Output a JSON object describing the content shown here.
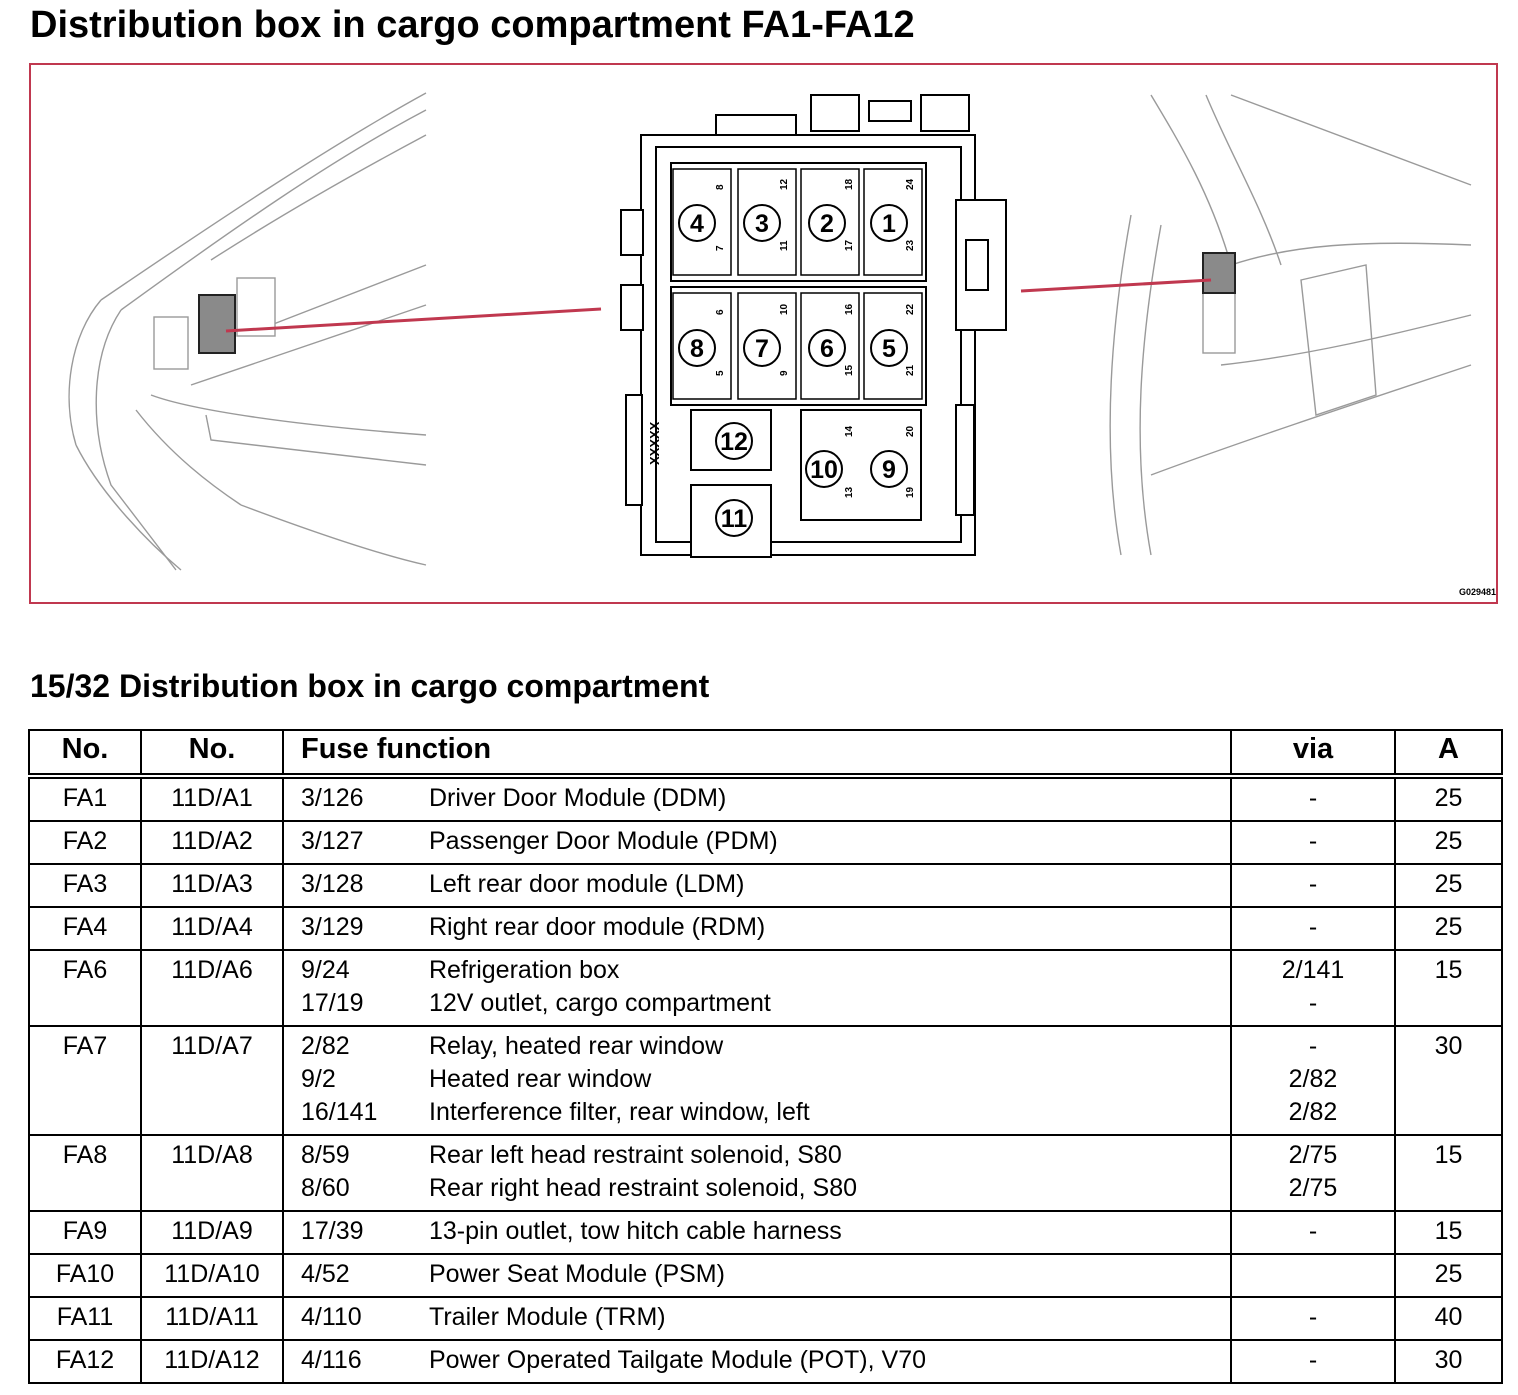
{
  "title": "Distribution box in cargo compartment FA1-FA12",
  "figure": {
    "image_code": "G029481",
    "box_label": "XXXXX",
    "fuse_positions": [
      "1",
      "2",
      "3",
      "4",
      "5",
      "6",
      "7",
      "8",
      "9",
      "10",
      "11",
      "12"
    ],
    "pin_numbers": [
      "24",
      "23",
      "18",
      "17",
      "12",
      "11",
      "8",
      "7",
      "22",
      "21",
      "16",
      "15",
      "10",
      "9",
      "6",
      "5",
      "20",
      "19",
      "14",
      "13"
    ],
    "colors": {
      "frame": "#c0384f",
      "leader": "#c0384f",
      "highlight": "#8a8a8a"
    }
  },
  "subtitle": "15/32 Distribution box in cargo compartment",
  "table": {
    "headers": {
      "no1": "No.",
      "no2": "No.",
      "function": "Fuse function",
      "via": "via",
      "amp": "A"
    },
    "rows": [
      {
        "fa": "FA1",
        "no": "11D/A1",
        "functions": [
          {
            "code": "3/126",
            "desc": "Driver Door Module (DDM)"
          }
        ],
        "via": [
          "-"
        ],
        "amp": "25"
      },
      {
        "fa": "FA2",
        "no": "11D/A2",
        "functions": [
          {
            "code": "3/127",
            "desc": "Passenger Door Module (PDM)"
          }
        ],
        "via": [
          "-"
        ],
        "amp": "25"
      },
      {
        "fa": "FA3",
        "no": "11D/A3",
        "functions": [
          {
            "code": "3/128",
            "desc": "Left rear door module (LDM)"
          }
        ],
        "via": [
          "-"
        ],
        "amp": "25"
      },
      {
        "fa": "FA4",
        "no": "11D/A4",
        "functions": [
          {
            "code": "3/129",
            "desc": "Right rear door module (RDM)"
          }
        ],
        "via": [
          "-"
        ],
        "amp": "25"
      },
      {
        "fa": "FA6",
        "no": "11D/A6",
        "functions": [
          {
            "code": "9/24",
            "desc": "Refrigeration box"
          },
          {
            "code": "17/19",
            "desc": "12V outlet, cargo compartment"
          }
        ],
        "via": [
          "2/141",
          "-"
        ],
        "amp": "15"
      },
      {
        "fa": "FA7",
        "no": "11D/A7",
        "functions": [
          {
            "code": "2/82",
            "desc": "Relay, heated rear window"
          },
          {
            "code": "9/2",
            "desc": "Heated rear window"
          },
          {
            "code": "16/141",
            "desc": "Interference filter, rear window, left"
          }
        ],
        "via": [
          "-",
          "2/82",
          "2/82"
        ],
        "amp": "30"
      },
      {
        "fa": "FA8",
        "no": "11D/A8",
        "functions": [
          {
            "code": "8/59",
            "desc": "Rear left head restraint solenoid, S80"
          },
          {
            "code": "8/60",
            "desc": "Rear right head restraint solenoid, S80"
          }
        ],
        "via": [
          "2/75",
          "2/75"
        ],
        "amp": "15"
      },
      {
        "fa": "FA9",
        "no": "11D/A9",
        "functions": [
          {
            "code": "17/39",
            "desc": "13-pin outlet, tow hitch cable harness"
          }
        ],
        "via": [
          "-"
        ],
        "amp": "15"
      },
      {
        "fa": "FA10",
        "no": "11D/A10",
        "functions": [
          {
            "code": "4/52",
            "desc": "Power Seat Module (PSM)"
          }
        ],
        "via": [
          ""
        ],
        "amp": "25"
      },
      {
        "fa": "FA11",
        "no": "11D/A11",
        "functions": [
          {
            "code": "4/110",
            "desc": "Trailer Module (TRM)"
          }
        ],
        "via": [
          "-"
        ],
        "amp": "40"
      },
      {
        "fa": "FA12",
        "no": "11D/A12",
        "functions": [
          {
            "code": "4/116",
            "desc": "Power Operated Tailgate Module (POT), V70"
          }
        ],
        "via": [
          "-"
        ],
        "amp": "30"
      }
    ]
  }
}
